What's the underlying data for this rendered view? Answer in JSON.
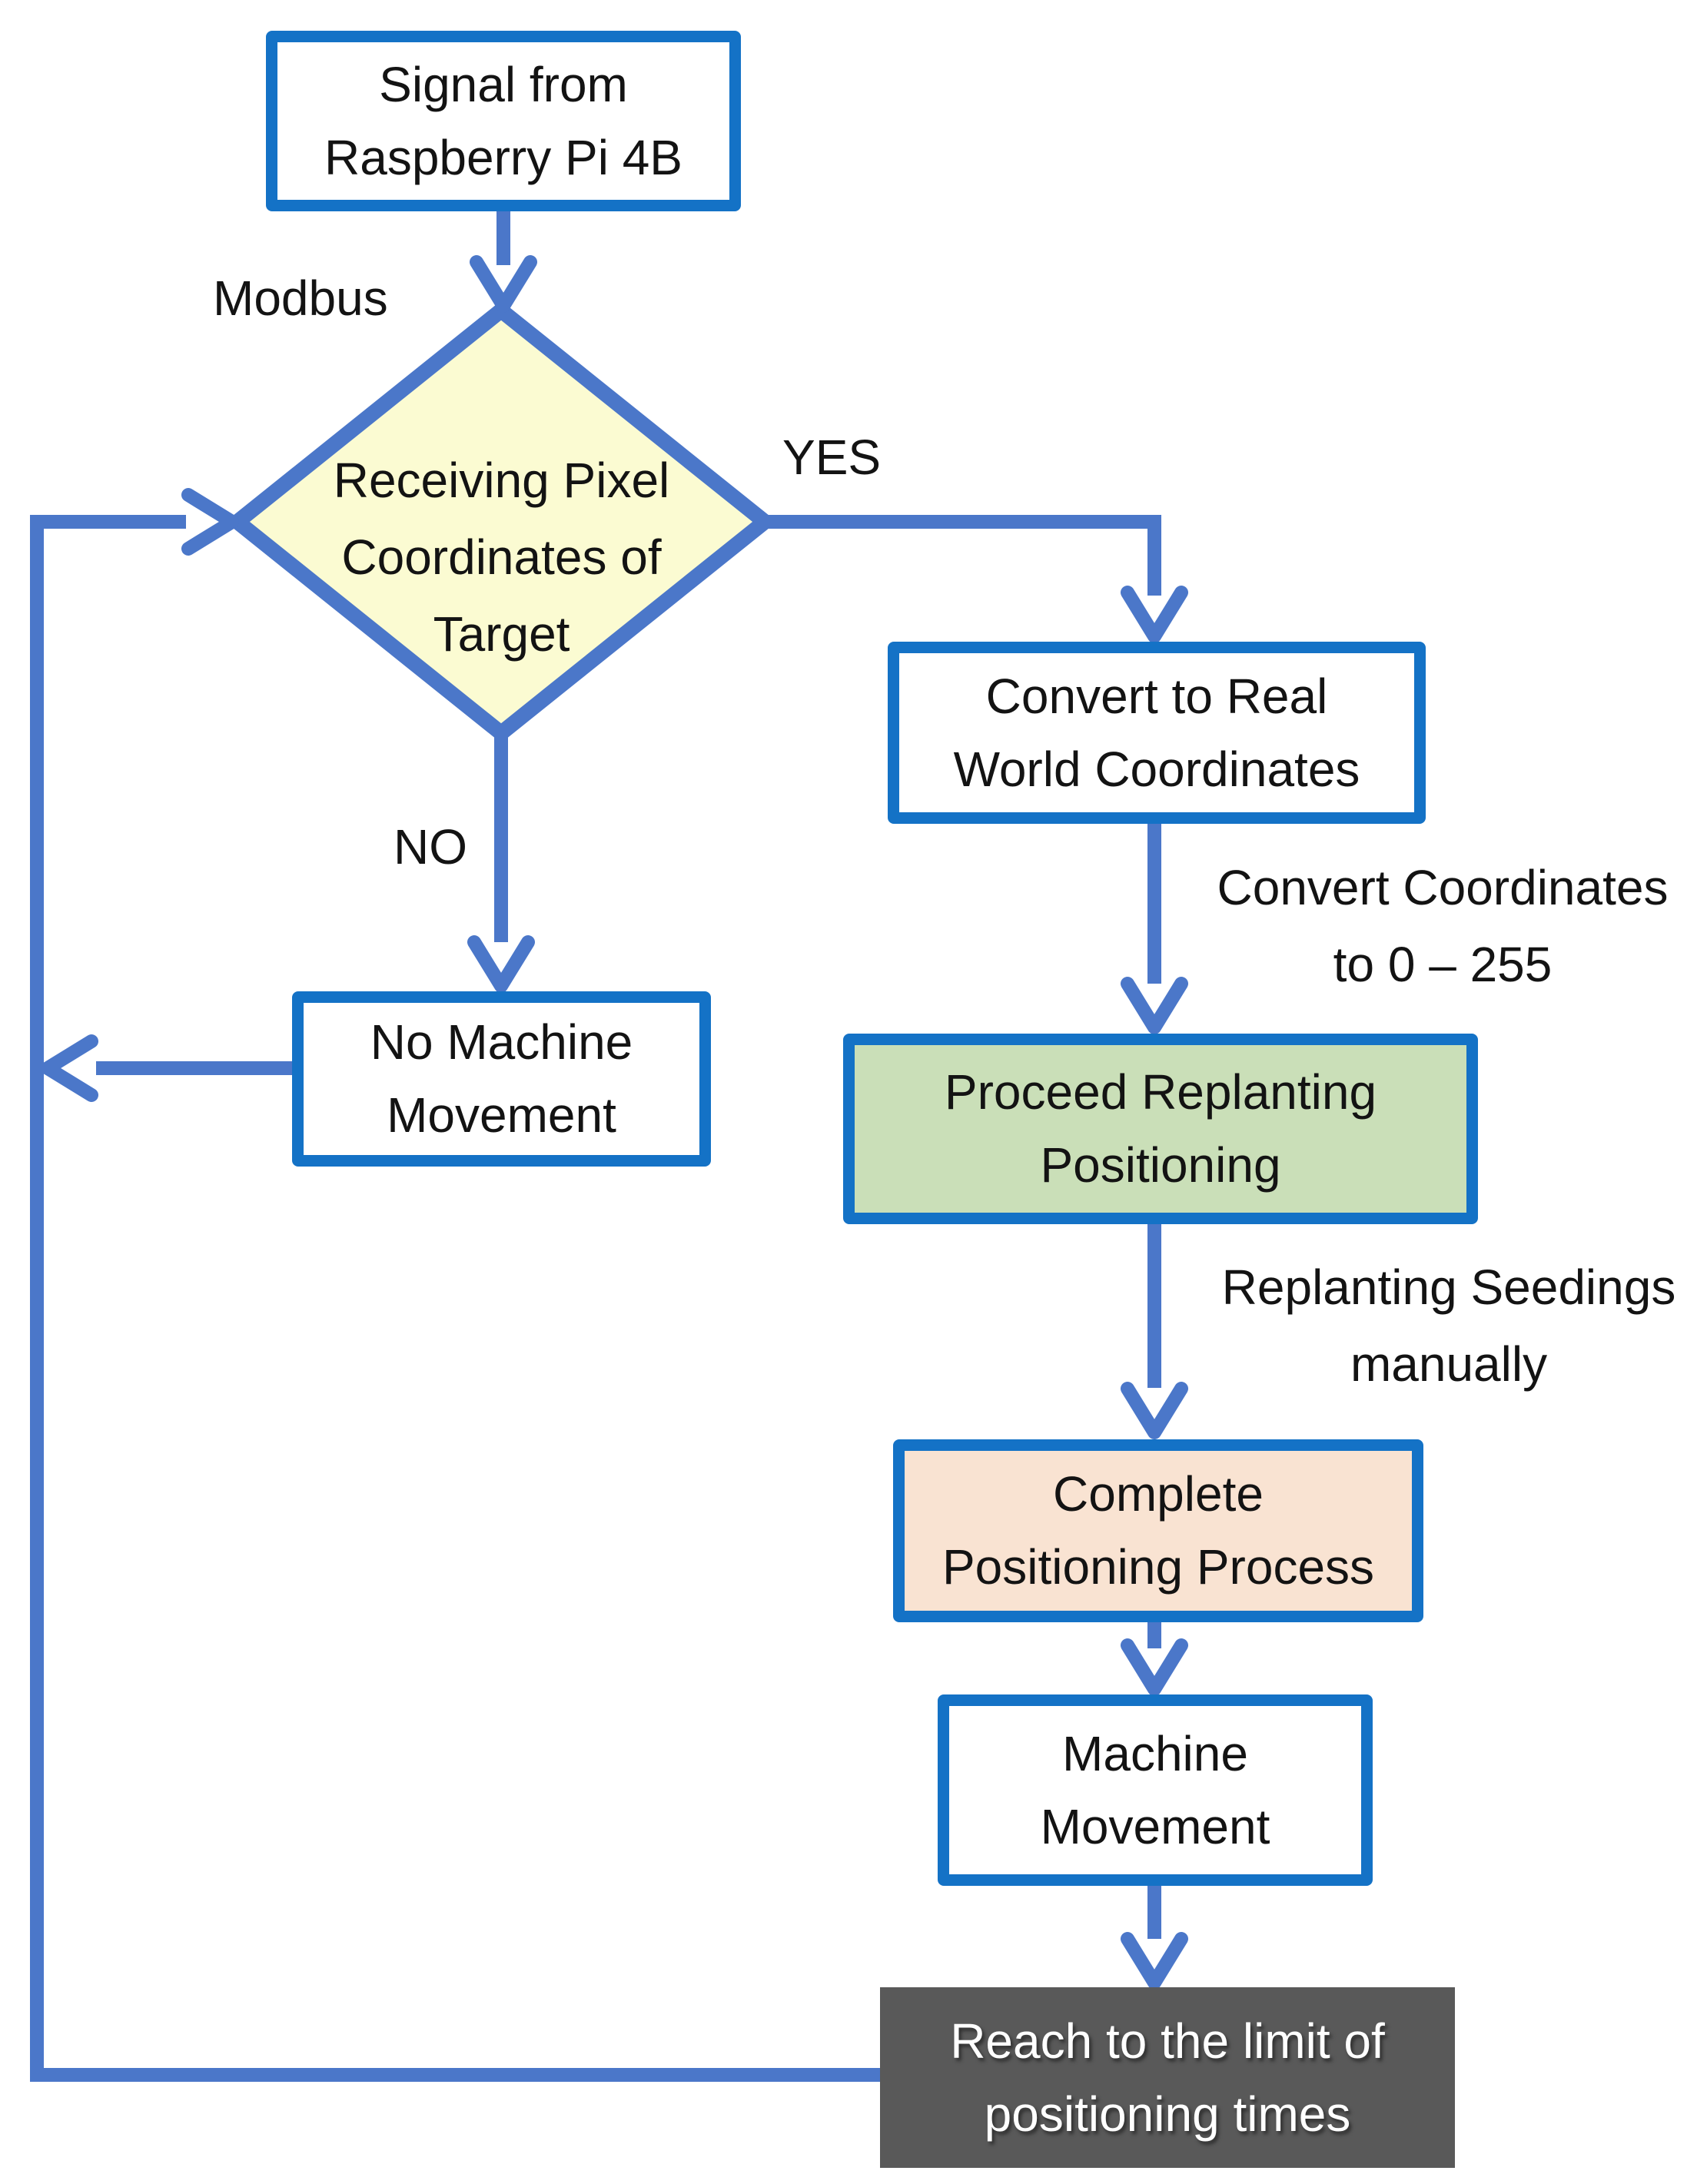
{
  "colors": {
    "box-border": "#1472C6",
    "connector": "#4B77C9",
    "decision-fill": "#FBFBD2",
    "proceed-fill": "#CADFB8",
    "complete-fill": "#F9E3D2",
    "limit-fill": "#595959",
    "text": "#131313",
    "limit-text": "#FFFFFF"
  },
  "nodes": {
    "signal": {
      "line1": "Signal from",
      "line2": "Raspberry Pi 4B"
    },
    "decision": {
      "line1": "Receiving Pixel",
      "line2": "Coordinates of",
      "line3": "Target"
    },
    "convert": {
      "line1": "Convert to Real",
      "line2": "World Coordinates"
    },
    "proceed": {
      "line1": "Proceed Replanting",
      "line2": "Positioning"
    },
    "complete": {
      "line1": "Complete",
      "line2": "Positioning Process"
    },
    "machine": {
      "line1": "Machine",
      "line2": "Movement"
    },
    "no_machine": {
      "line1": "No Machine",
      "line2": "Movement"
    },
    "limit": {
      "line1": "Reach to the limit of",
      "line2": "positioning times"
    }
  },
  "labels": {
    "modbus": "Modbus",
    "yes": "YES",
    "no": "NO",
    "convert_line1": "Convert Coordinates",
    "convert_line2": "to 0 – 255",
    "replant_line1": "Replanting Seedings",
    "replant_line2": "manually"
  }
}
